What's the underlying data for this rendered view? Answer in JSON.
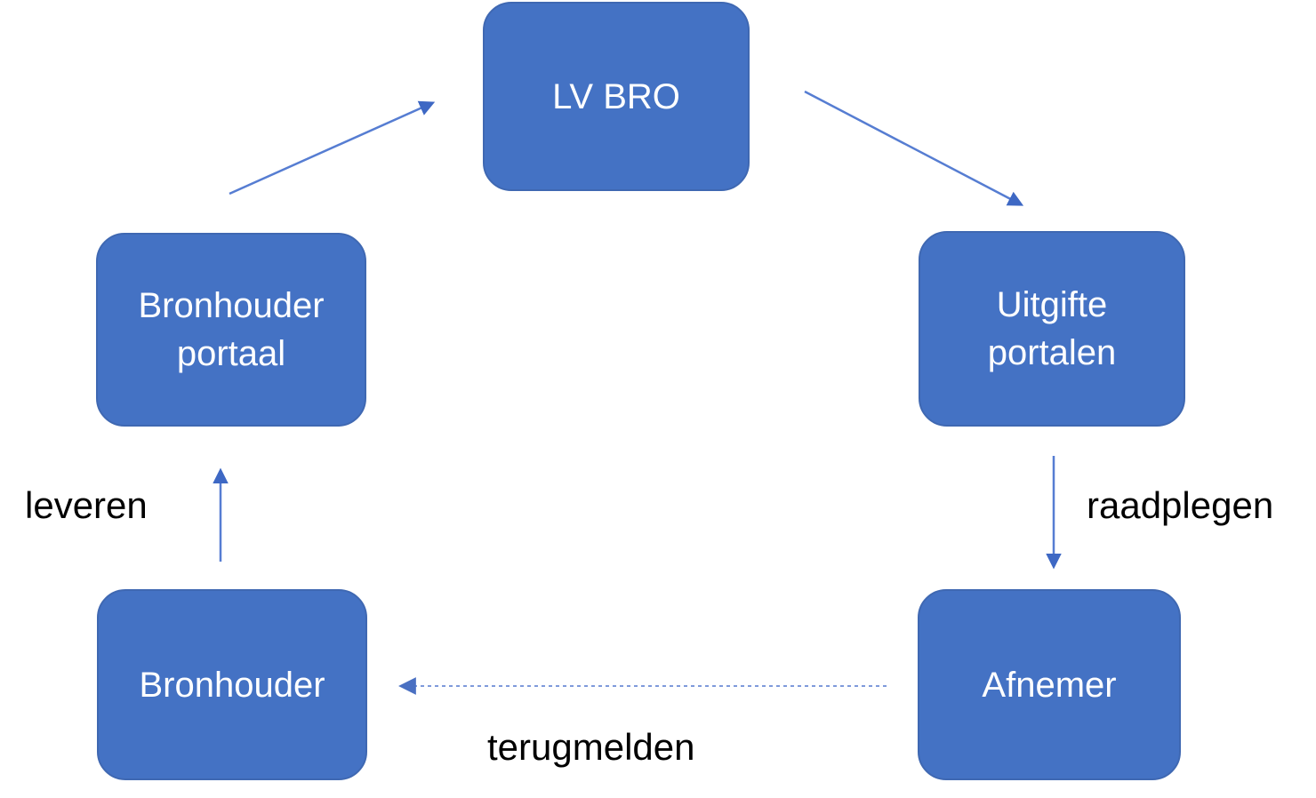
{
  "diagram": {
    "colors": {
      "node_fill": "#4472c4",
      "node_border": "#3f68b2",
      "node_text": "#ffffff",
      "arrow_solid": "#567dd2",
      "arrow_head": "#3e68c4",
      "arrow_dashed": "#6d8cd6",
      "edge_label_text": "#000000",
      "background": "#ffffff"
    },
    "nodes": [
      {
        "id": "lv-bro",
        "label": "LV BRO"
      },
      {
        "id": "bronhouder-portaal",
        "label": "Bronhouder portaal"
      },
      {
        "id": "uitgifte-portalen",
        "label": "Uitgifte portalen"
      },
      {
        "id": "bronhouder",
        "label": "Bronhouder"
      },
      {
        "id": "afnemer",
        "label": "Afnemer"
      }
    ],
    "edges": [
      {
        "from": "bronhouder-portaal",
        "to": "lv-bro",
        "label": "",
        "style": "solid"
      },
      {
        "from": "lv-bro",
        "to": "uitgifte-portalen",
        "label": "",
        "style": "solid"
      },
      {
        "from": "uitgifte-portalen",
        "to": "afnemer",
        "label": "raadplegen",
        "style": "solid"
      },
      {
        "from": "afnemer",
        "to": "bronhouder",
        "label": "terugmelden",
        "style": "dashed"
      },
      {
        "from": "bronhouder",
        "to": "bronhouder-portaal",
        "label": "leveren",
        "style": "solid"
      }
    ]
  }
}
